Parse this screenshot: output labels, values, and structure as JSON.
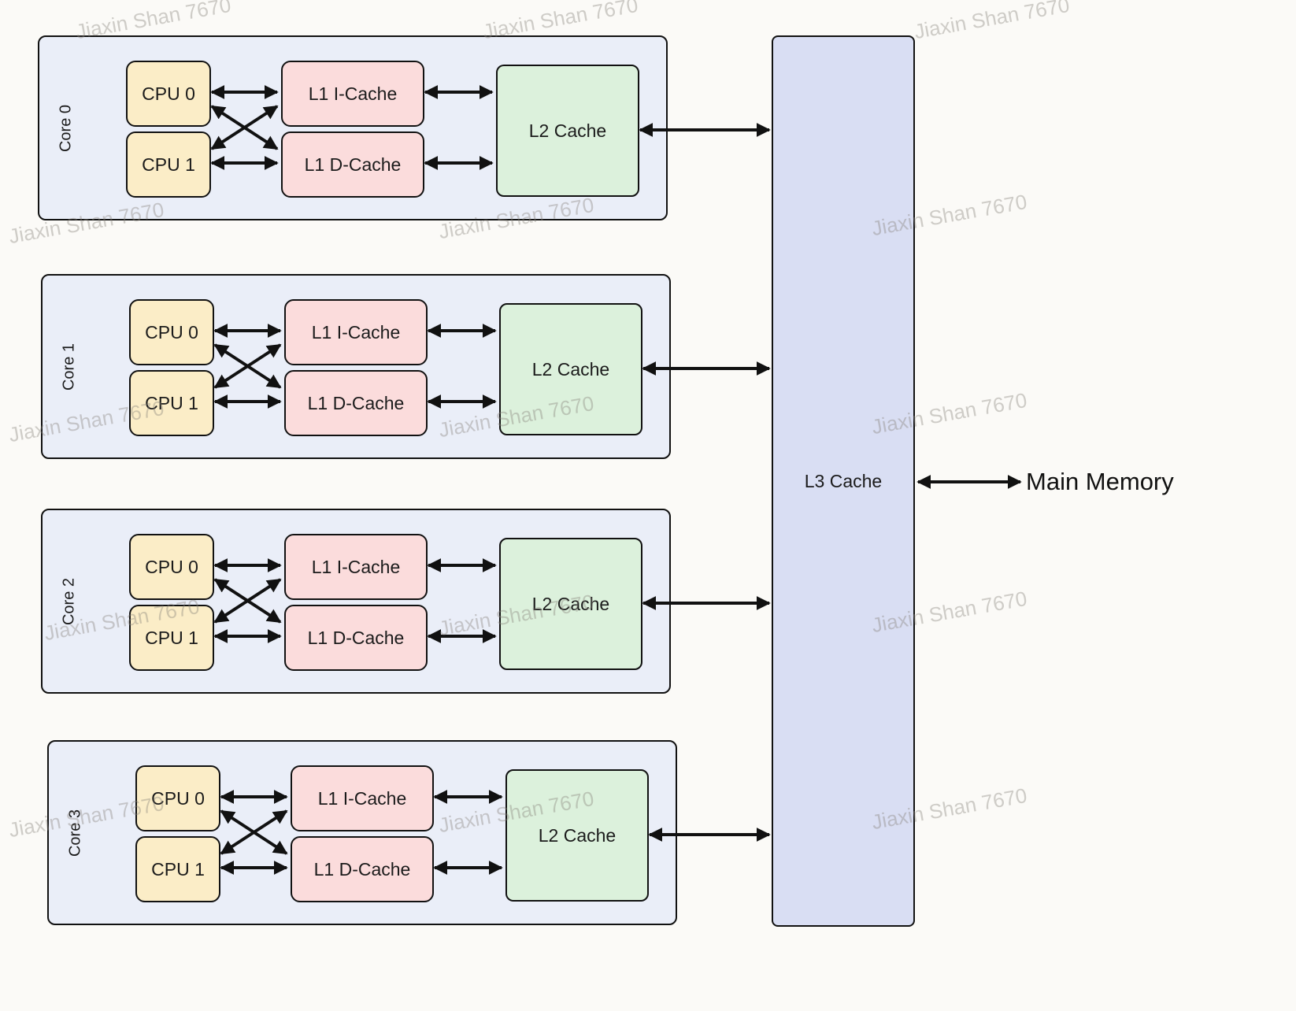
{
  "diagram": {
    "title_implied": "",
    "cores": [
      {
        "label": "Core 0",
        "cpu0": "CPU 0",
        "cpu1": "CPU 1",
        "l1i": "L1 I-Cache",
        "l1d": "L1 D-Cache",
        "l2": "L2 Cache"
      },
      {
        "label": "Core 1",
        "cpu0": "CPU 0",
        "cpu1": "CPU 1",
        "l1i": "L1 I-Cache",
        "l1d": "L1 D-Cache",
        "l2": "L2 Cache"
      },
      {
        "label": "Core 2",
        "cpu0": "CPU 0",
        "cpu1": "CPU 1",
        "l1i": "L1 I-Cache",
        "l1d": "L1 D-Cache",
        "l2": "L2 Cache"
      },
      {
        "label": "Core 3",
        "cpu0": "CPU 0",
        "cpu1": "CPU 1",
        "l1i": "L1 I-Cache",
        "l1d": "L1 D-Cache",
        "l2": "L2 Cache"
      }
    ],
    "l3_label": "L3 Cache",
    "main_memory_label": "Main Memory",
    "watermark": "Jiaxin Shan 7670",
    "colors": {
      "core_bg": "#EAEEF8",
      "cpu_box": "#FBEDC7",
      "l1_box": "#FBDCDC",
      "l2_box": "#DCF1DC",
      "l3_box": "#D9DEF3",
      "border": "#111111",
      "arrow": "#111111"
    }
  }
}
